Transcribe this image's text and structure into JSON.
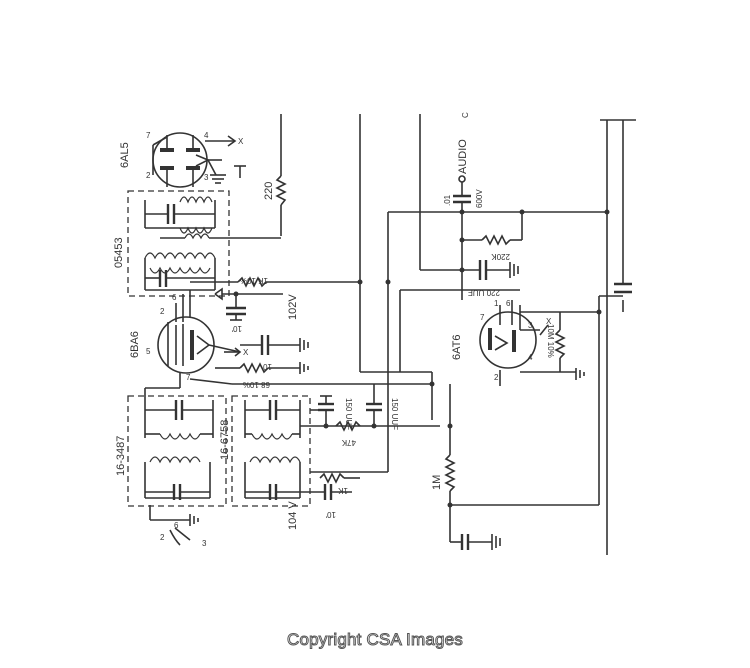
{
  "labels": {
    "tube_6al5": "6AL5",
    "tube_6ba6": "6BA6",
    "tube_6at6": "6AT6",
    "xfmr_05453": "05453",
    "xfmr_16_3487": "16-3487",
    "xfmr_16_6758": "16-6758",
    "res_220": "220",
    "res_1k_10": "1K 10%",
    "v_102": "102V",
    "cap_10_a": "10'",
    "res_68_10": "68 10%",
    "cap_10_b": "10'",
    "res_1k_b": "1K",
    "cap_10_c": "10'",
    "v_104": "104 V",
    "cap_150_a": "150 UUF",
    "cap_150_b": "150 UUF",
    "res_47k": "47K",
    "res_1m": "1M",
    "audio": "AUDIO",
    "cap_01": ".01",
    "v_600": "600V",
    "res_220k": "220K",
    "cap_220uuf": "220 UUF",
    "res_10m": "10M 10%",
    "pin_7a": "7",
    "pin_4a": "4",
    "pin_2a": "2",
    "pin_3a": "3",
    "pin_5a": "5",
    "pin_6a": "6",
    "pin_1a": "1",
    "pin_2b": "2",
    "pin_5b": "5",
    "pin_7b": "7",
    "pin_6b": "6",
    "pin_7c": "7",
    "pin_1c": "1",
    "pin_6c": "6",
    "pin_3c": "3",
    "pin_4c": "4",
    "pin_2c": "2",
    "x_a": "X",
    "x_b": "X",
    "x_c": "X",
    "pin_2d": "2",
    "pin_6d": "6",
    "pin_3d": "3",
    "c_stub": "C"
  },
  "footer": {
    "copyright": "Copyright CSA Images"
  }
}
